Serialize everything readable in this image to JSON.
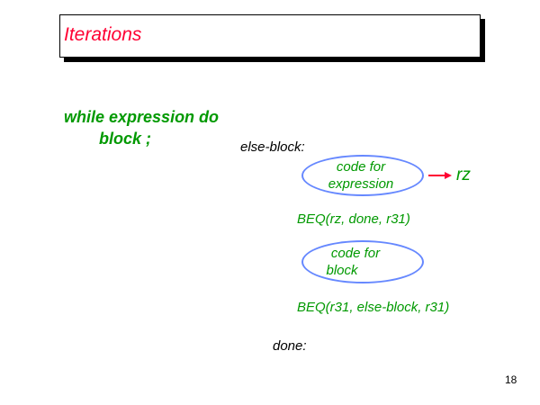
{
  "title": "Iterations",
  "syntax": {
    "line1": "while  expression   do",
    "line2": "block ;"
  },
  "labels": {
    "else_block": "else-block:",
    "done": "done:"
  },
  "ellipse1": {
    "line1": "code for",
    "line2": "expression"
  },
  "result_register": "rz",
  "beq1": "BEQ(rz, done, r31)",
  "ellipse2": {
    "line1": "code for",
    "line2": "block"
  },
  "beq2": "BEQ(r31, else-block, r31)",
  "page_number": "18",
  "colors": {
    "title": "#ff0033",
    "code": "#009900",
    "ellipse": "#6688ff",
    "arrow": "#ff0033"
  }
}
